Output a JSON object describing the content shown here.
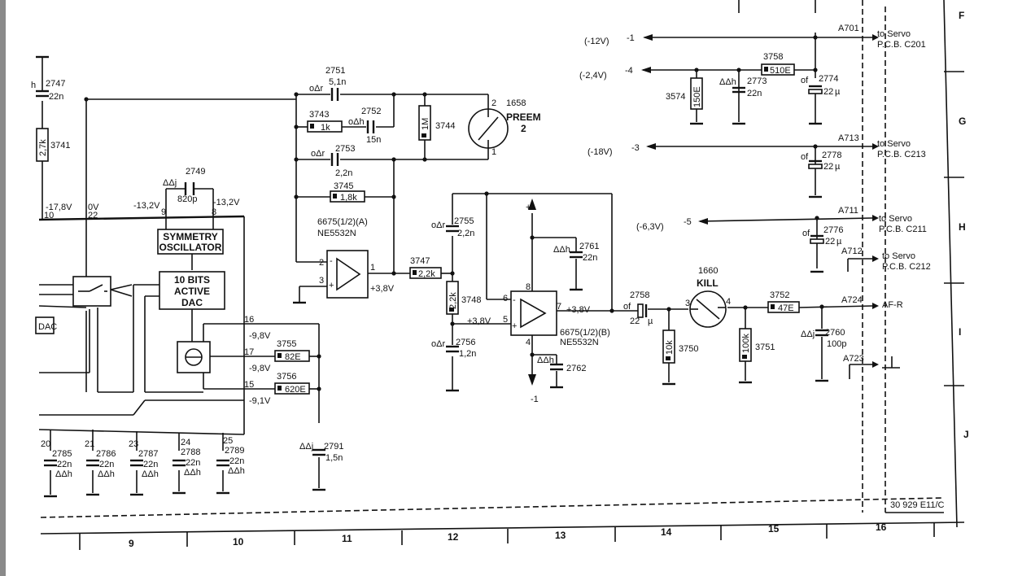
{
  "grid_rows": [
    "F",
    "G",
    "H",
    "I",
    "J"
  ],
  "grid_cols": [
    "9",
    "10",
    "11",
    "12",
    "13",
    "14",
    "15",
    "16"
  ],
  "drawing_number": "30 929 E11/C",
  "connectors": [
    {
      "id": "A701",
      "voltage": "(-12V)",
      "pin": "-1",
      "dest_line1": "to Servo",
      "dest_line2": "P.C.B. C201"
    },
    {
      "id": "",
      "voltage": "(-2,4V)",
      "pin": "-4",
      "dest_line1": "",
      "dest_line2": ""
    },
    {
      "id": "A713",
      "voltage": "(-18V)",
      "pin": "-3",
      "dest_line1": "to Servo",
      "dest_line2": "P.C.B. C213"
    },
    {
      "id": "A711",
      "voltage": "(-6,3V)",
      "pin": "-5",
      "dest_line1": "to Servo",
      "dest_line2": "P.C.B. C211"
    },
    {
      "id": "A712",
      "voltage": "",
      "pin": "",
      "dest_line1": "to Servo",
      "dest_line2": "P.C.B. C212"
    },
    {
      "id": "A724",
      "voltage": "",
      "pin": "",
      "dest_line1": "AF-R",
      "dest_line2": ""
    },
    {
      "id": "A723",
      "voltage": "",
      "pin": "",
      "dest_line1": "",
      "dest_line2": ""
    }
  ],
  "components": {
    "c2747": {
      "ref": "2747",
      "val": "22n"
    },
    "r3741": {
      "ref": "3741",
      "val": "2,7k"
    },
    "c2751": {
      "ref": "2751",
      "val": "5,1n"
    },
    "r3743": {
      "ref": "3743",
      "val": "1k"
    },
    "c2752": {
      "ref": "2752",
      "val": "15n"
    },
    "r3744": {
      "ref": "3744",
      "val": "1M"
    },
    "c2753": {
      "ref": "2753",
      "val": "2,2n"
    },
    "r3745": {
      "ref": "3745",
      "val": "1,8k"
    },
    "c2749": {
      "ref": "2749",
      "val": "820p"
    },
    "sw1658": {
      "ref": "1658",
      "val": "PREEM",
      "val2": "2",
      "p1": "1",
      "p2": "2"
    },
    "ic_a": {
      "ref": "6675(1/2)(A)",
      "val": "NE5532N",
      "p1": "1",
      "p2": "2",
      "p3": "3",
      "v": "+3,8V"
    },
    "r3747": {
      "ref": "3747",
      "val": "2,2k"
    },
    "c2755": {
      "ref": "2755",
      "val": "2,2n"
    },
    "r3748": {
      "ref": "3748",
      "val": "2,2k"
    },
    "c2756": {
      "ref": "2756",
      "val": "1,2n"
    },
    "ic_b": {
      "ref": "6675(1/2)(B)",
      "val": "NE5532N",
      "p4": "4",
      "p5": "5",
      "p6": "6",
      "p7": "7",
      "p8": "8",
      "vin": "+3,8V",
      "vout": "+3,8V",
      "plus": "+1",
      "minus": "-1"
    },
    "c2761": {
      "ref": "2761",
      "val": "22n"
    },
    "c2762": {
      "ref": "2762",
      "val": ""
    },
    "c2758": {
      "ref": "2758",
      "val": "22",
      "unit": "µ"
    },
    "r3750": {
      "ref": "3750",
      "val": "10k"
    },
    "sw1660": {
      "ref": "1660",
      "val": "KILL",
      "p3": "3",
      "p4": "4"
    },
    "r3751": {
      "ref": "3751",
      "val": "100k"
    },
    "r3752": {
      "ref": "3752",
      "val": "47E"
    },
    "c2760": {
      "ref": "2760",
      "val": "100p"
    },
    "r3758": {
      "ref": "3758",
      "val": "510E"
    },
    "r3574": {
      "ref": "3574",
      "val": "150E"
    },
    "c2773": {
      "ref": "2773",
      "val": "22n"
    },
    "c2774": {
      "ref": "2774",
      "val": "22",
      "unit": "µ"
    },
    "c2778": {
      "ref": "2778",
      "val": "22",
      "unit": "µ"
    },
    "c2776": {
      "ref": "2776",
      "val": "22",
      "unit": "µ"
    },
    "r3755": {
      "ref": "3755",
      "val": "82E"
    },
    "r3756": {
      "ref": "3756",
      "val": "620E"
    },
    "c2791": {
      "ref": "2791",
      "val": "1,5n"
    },
    "c2785": {
      "ref": "2785",
      "val": "22n"
    },
    "c2786": {
      "ref": "2786",
      "val": "22n"
    },
    "c2787": {
      "ref": "2787",
      "val": "22n"
    },
    "c2788": {
      "ref": "2788",
      "val": "22n"
    },
    "c2789": {
      "ref": "2789",
      "val": "22n"
    }
  },
  "dac": {
    "osc_line1": "SYMMETRY",
    "osc_line2": "OSCILLATOR",
    "dac_line1": "10 BITS",
    "dac_line2": "ACTIVE",
    "dac_line3": "DAC",
    "dac_left": "DAC",
    "pin10": "10",
    "pin22": "22",
    "pin9": "9",
    "pin8": "8",
    "pin16": "16",
    "pin17": "17",
    "pin15": "15",
    "pin20": "20",
    "pin21": "21",
    "pin23": "23",
    "pin24": "24",
    "pin25": "25",
    "v_m178": "-17,8V",
    "v_0": "0V",
    "v_m132a": "-13,2V",
    "v_m132b": "-13,2V",
    "v_98a": "-9,8V",
    "v_98b": "-9,8V",
    "v_91": "-9,1V"
  },
  "codes": {
    "oar": "oΔr",
    "oah": "oΔh",
    "aah": "ΔΔh",
    "aaj": "ΔΔj",
    "of": "of",
    "h": "h"
  }
}
